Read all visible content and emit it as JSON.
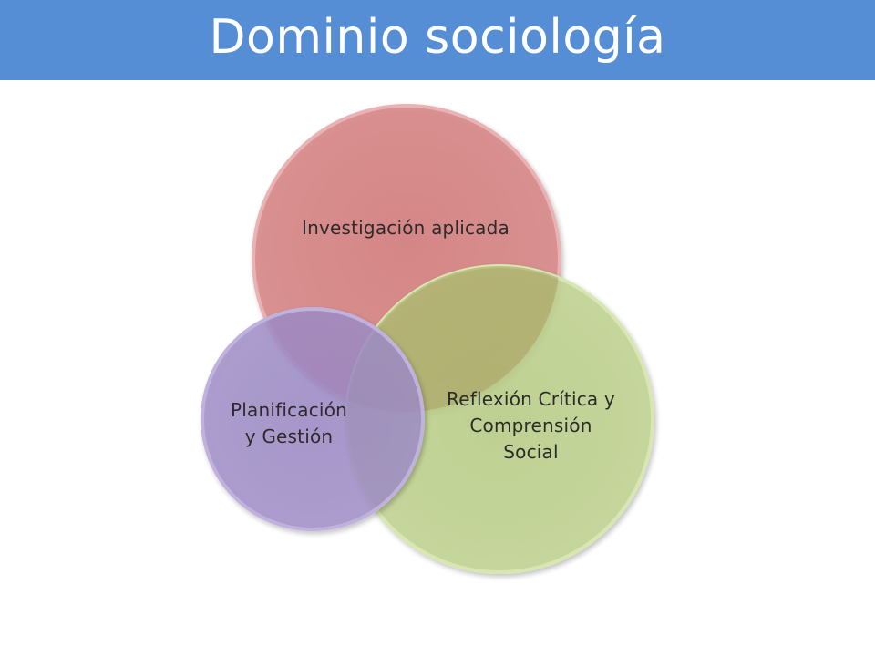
{
  "title": "Dominio sociología",
  "colors": {
    "title_bar": "#558ed5",
    "title_text": "#ffffff",
    "circle_red": "#d98888",
    "circle_red_border": "#e8a6a6",
    "circle_green": "#c2d492",
    "circle_green_border": "#d2e2a8",
    "circle_purple": "#a08ec7",
    "circle_purple_border": "#b8a9d8"
  },
  "circles": [
    {
      "id": "red",
      "label": "Investigación aplicada"
    },
    {
      "id": "purple",
      "label": "Planificación\ny Gestión"
    },
    {
      "id": "green",
      "label": "Reflexión Crítica y\nComprensión\nSocial"
    }
  ]
}
